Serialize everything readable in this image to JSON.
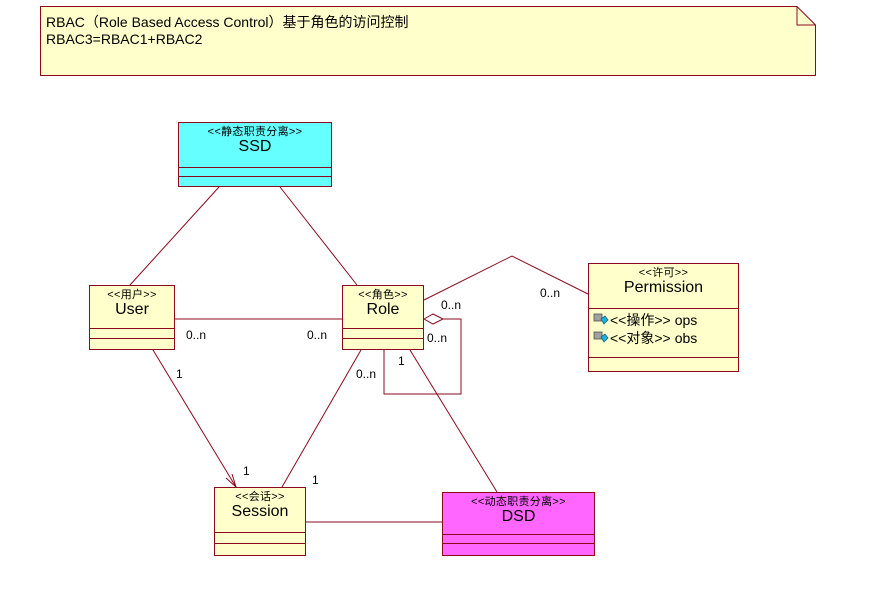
{
  "note": {
    "line1": "RBAC（Role Based Access Control）基于角色的访问控制",
    "line2": "RBAC3=RBAC1+RBAC2"
  },
  "classes": {
    "ssd": {
      "stereotype": "<<静态职责分离>>",
      "name": "SSD",
      "fill": "#66ffff"
    },
    "user": {
      "stereotype": "<<用户>>",
      "name": "User",
      "fill": "#ffffcc"
    },
    "role": {
      "stereotype": "<<角色>>",
      "name": "Role",
      "fill": "#ffffcc"
    },
    "permission": {
      "stereotype": "<<许可>>",
      "name": "Permission",
      "fill": "#ffffcc",
      "attributes": [
        {
          "stereotype": "<<操作>>",
          "name": "ops",
          "icon": "attribute-icon"
        },
        {
          "stereotype": "<<对象>>",
          "name": "obs",
          "icon": "attribute-icon"
        }
      ]
    },
    "session": {
      "stereotype": "<<会话>>",
      "name": "Session",
      "fill": "#ffffcc"
    },
    "dsd": {
      "stereotype": "<<动态职责分离>>",
      "name": "DSD",
      "fill": "#ff66ff"
    }
  },
  "multiplicities": {
    "user_role_user": "0..n",
    "user_role_role": "0..n",
    "role_permission_role": "0..n",
    "role_permission_permission": "0..n",
    "role_self": "0..n",
    "user_session_user": "1",
    "user_session_session": "1",
    "role_session_role": "0..n",
    "role_session_session": "1",
    "role_dsd_role": "1"
  },
  "colors": {
    "line": "#8b0a1e",
    "note_fill": "#ffffcc",
    "note_border": "#a0522d"
  }
}
